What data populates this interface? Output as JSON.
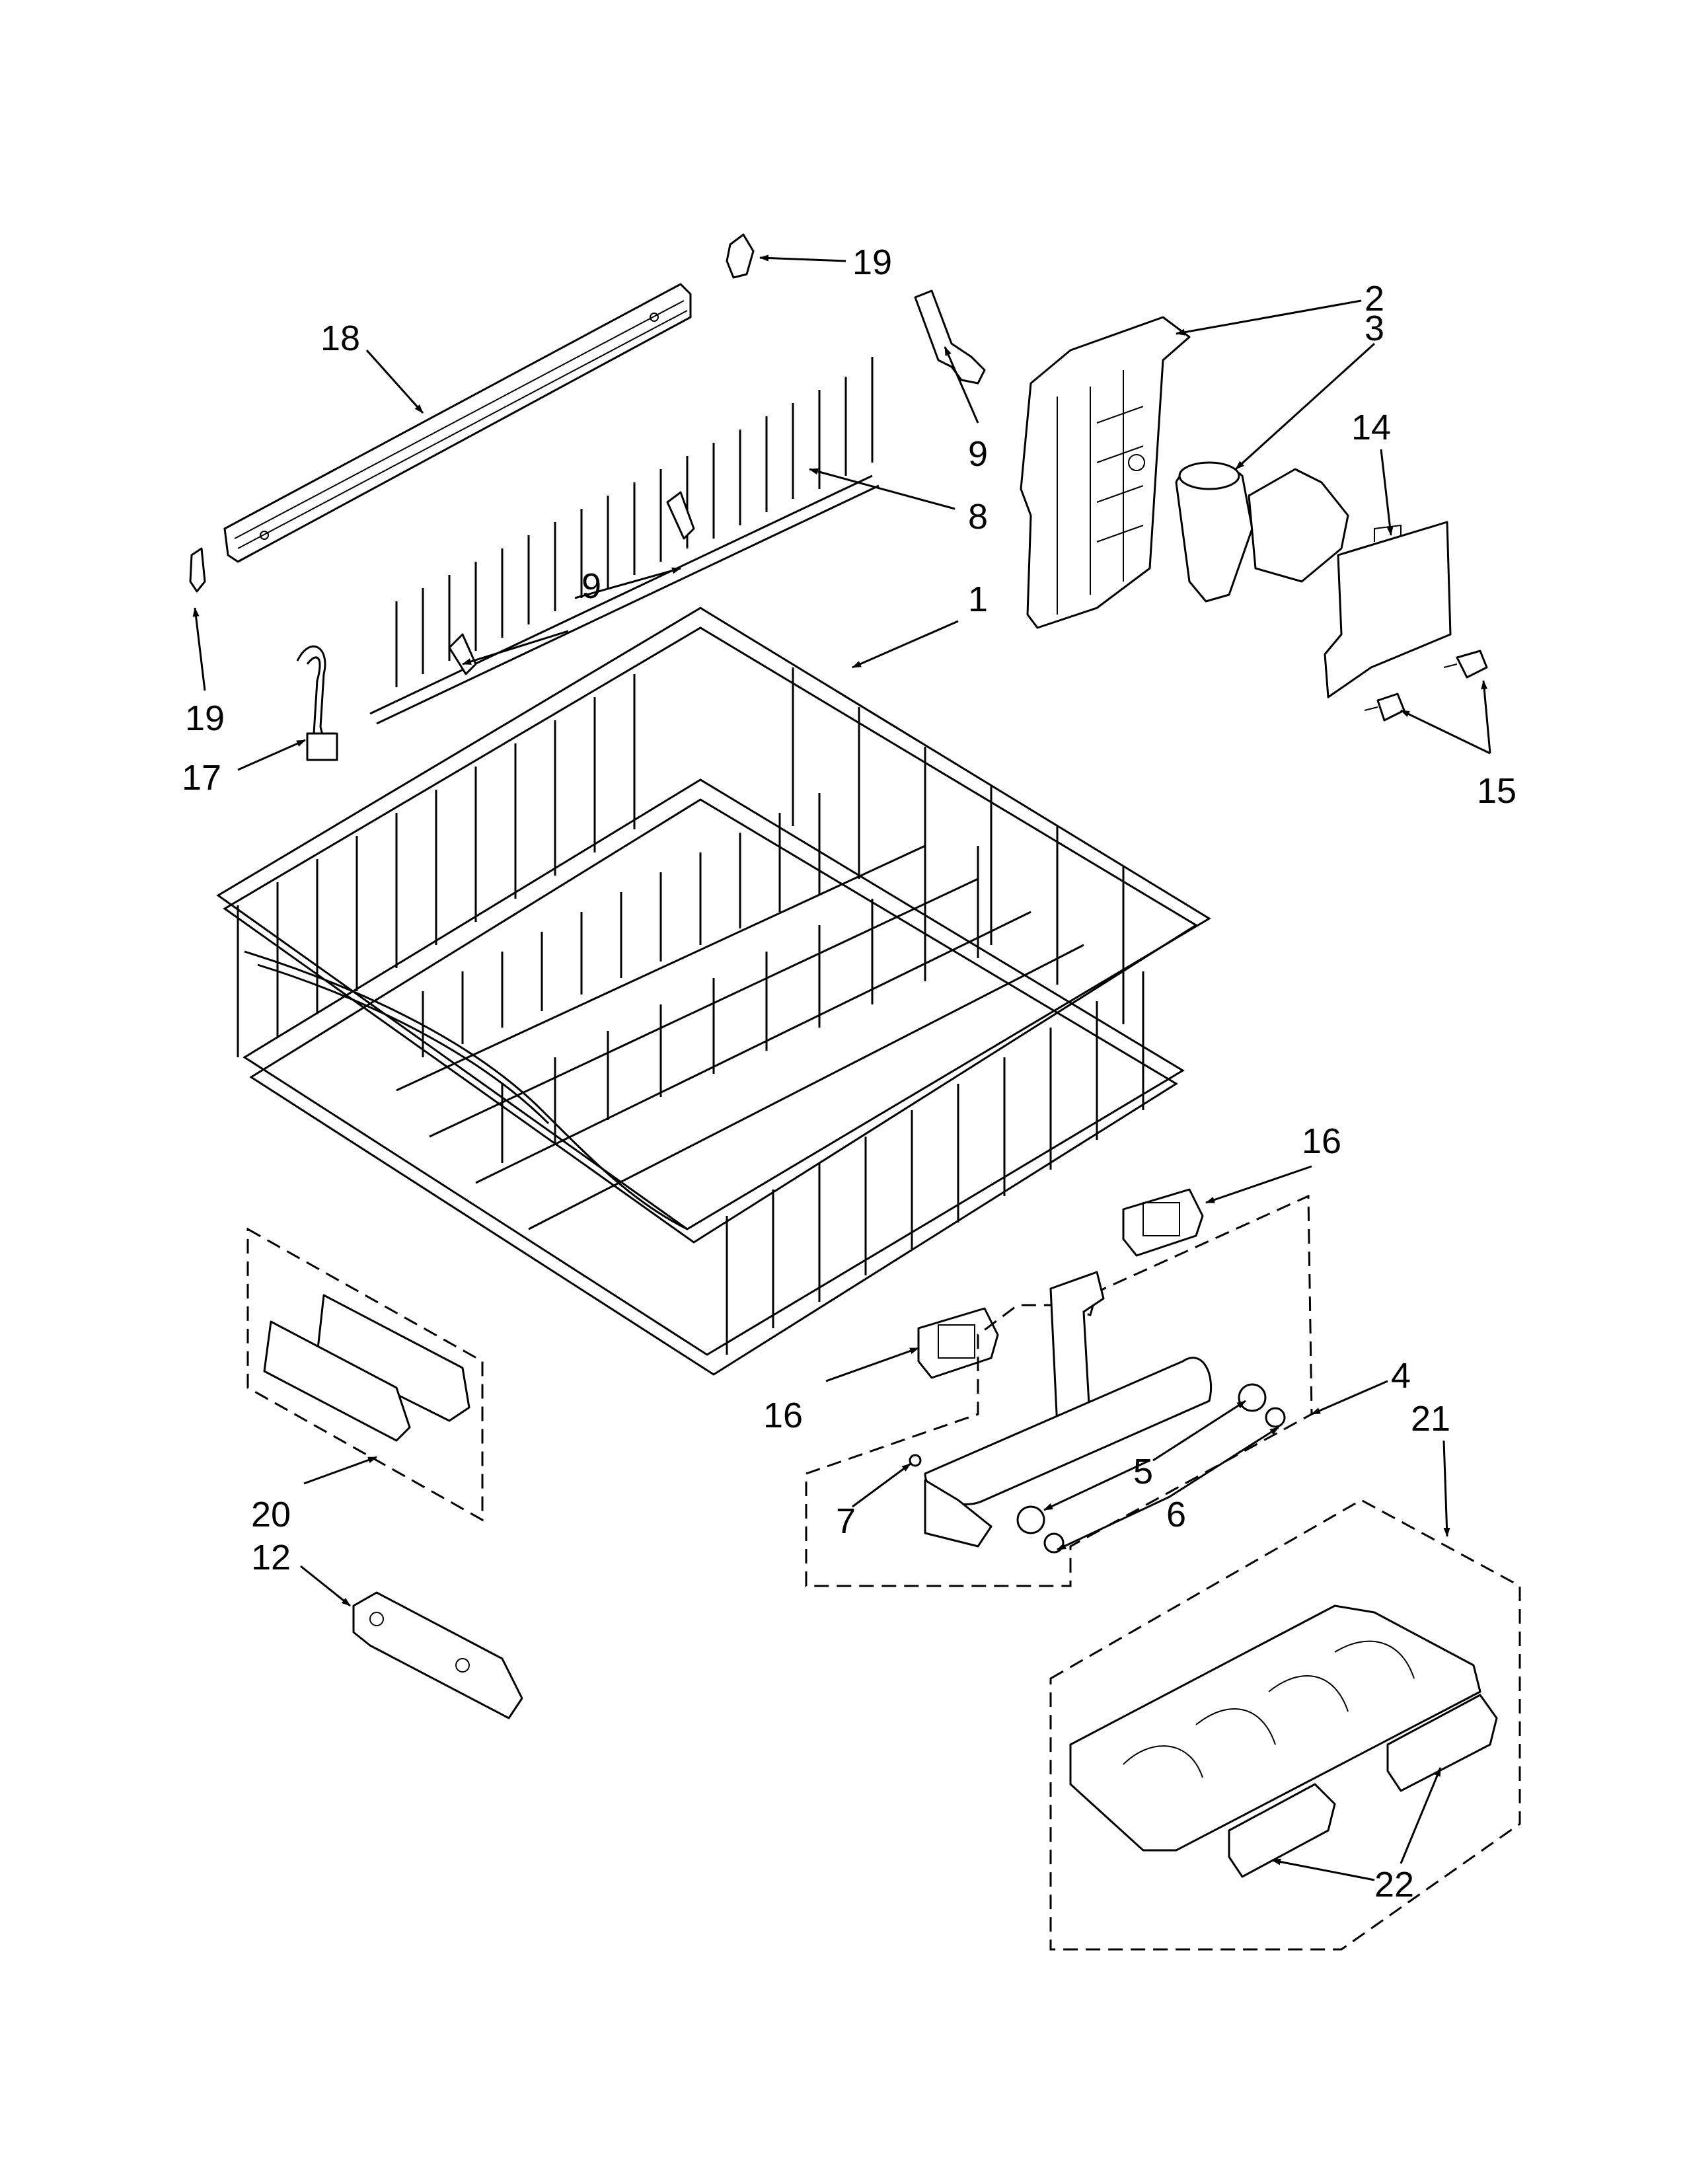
{
  "callouts": [
    {
      "id": "c19a",
      "text": "19"
    },
    {
      "id": "c18",
      "text": "18"
    },
    {
      "id": "c2",
      "text": "2"
    },
    {
      "id": "c3",
      "text": "3"
    },
    {
      "id": "c14",
      "text": "14"
    },
    {
      "id": "c9a",
      "text": "9"
    },
    {
      "id": "c8",
      "text": "8"
    },
    {
      "id": "c1",
      "text": "1"
    },
    {
      "id": "c9b",
      "text": "9"
    },
    {
      "id": "c19b",
      "text": "19"
    },
    {
      "id": "c17",
      "text": "17"
    },
    {
      "id": "c15",
      "text": "15"
    },
    {
      "id": "c16a",
      "text": "16"
    },
    {
      "id": "c4",
      "text": "4"
    },
    {
      "id": "c16b",
      "text": "16"
    },
    {
      "id": "c21",
      "text": "21"
    },
    {
      "id": "c5",
      "text": "5"
    },
    {
      "id": "c7",
      "text": "7"
    },
    {
      "id": "c6",
      "text": "6"
    },
    {
      "id": "c20",
      "text": "20"
    },
    {
      "id": "c12",
      "text": "12"
    },
    {
      "id": "c22",
      "text": "22"
    }
  ]
}
